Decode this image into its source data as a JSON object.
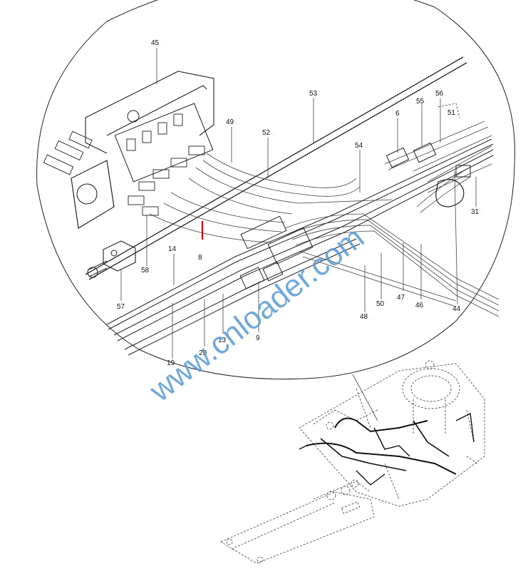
{
  "part_labels": [
    {
      "id": "45",
      "text": "45",
      "mark": "."
    },
    {
      "id": "53",
      "text": "53",
      "mark": ""
    },
    {
      "id": "49",
      "text": "49",
      "mark": "."
    },
    {
      "id": "52",
      "text": "52",
      "mark": "."
    },
    {
      "id": "54",
      "text": "54",
      "mark": "."
    },
    {
      "id": "6",
      "text": "6",
      "mark": ""
    },
    {
      "id": "55",
      "text": "55",
      "mark": "."
    },
    {
      "id": "56",
      "text": "56",
      "mark": "."
    },
    {
      "id": "51",
      "text": "51",
      "mark": "."
    },
    {
      "id": "31",
      "text": "31",
      "mark": "."
    },
    {
      "id": "14",
      "text": "14",
      "mark": "."
    },
    {
      "id": "8",
      "text": "8",
      "mark": "."
    },
    {
      "id": "58",
      "text": "58",
      "mark": "."
    },
    {
      "id": "57",
      "text": "57",
      "mark": ""
    },
    {
      "id": "50",
      "text": "50",
      "mark": ""
    },
    {
      "id": "47",
      "text": "47",
      "mark": "."
    },
    {
      "id": "46",
      "text": "46",
      "mark": ""
    },
    {
      "id": "44",
      "text": "44",
      "mark": "·"
    },
    {
      "id": "48",
      "text": "48",
      "mark": "."
    },
    {
      "id": "9",
      "text": "9",
      "mark": "."
    },
    {
      "id": "13",
      "text": "13",
      "mark": ""
    },
    {
      "id": "20",
      "text": "20",
      "mark": "."
    },
    {
      "id": "19",
      "text": "19",
      "mark": ""
    }
  ],
  "watermark": {
    "text": "www.cnloader.com",
    "color": "#5b9bd5"
  },
  "colors": {
    "line": "#222222",
    "highlight": "#cc0000",
    "background": "#ffffff"
  }
}
